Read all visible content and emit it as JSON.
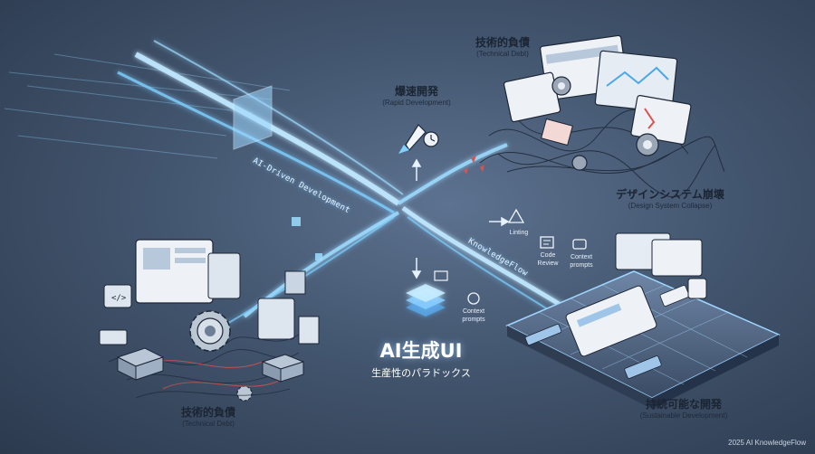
{
  "labels": {
    "tech_debt_top_ja": "技術的負債",
    "tech_debt_top_en": "(Technical Debt)",
    "rapid_ja": "爆速開発",
    "rapid_en": "(Rapid Development)",
    "collapse_ja": "デザインシステム崩壊",
    "collapse_en": "(Design System Collapse)",
    "tech_debt_bottom_ja": "技術的負債",
    "tech_debt_bottom_en": "(Technical Debt)",
    "sustainable_ja": "持続可能な開発",
    "sustainable_en": "(Sustainable Development)"
  },
  "paths": {
    "ai_driven": "AI-Driven Development",
    "knowledgeflow": "KnowledgeFlow"
  },
  "process": {
    "linting": "Linting",
    "code_review": "Code Review",
    "context_prompts_right": "Context prompts",
    "context_prompts_center": "Context prompts"
  },
  "center": {
    "title": "AI生成UI",
    "subtitle": "生産性のパラドックス"
  },
  "footer": {
    "copyright": "2025 AI KnowledgeFlow"
  },
  "colors": {
    "glow": "#7fd0ff",
    "panel": "#eef2f7",
    "accent_red": "#d9534f"
  }
}
